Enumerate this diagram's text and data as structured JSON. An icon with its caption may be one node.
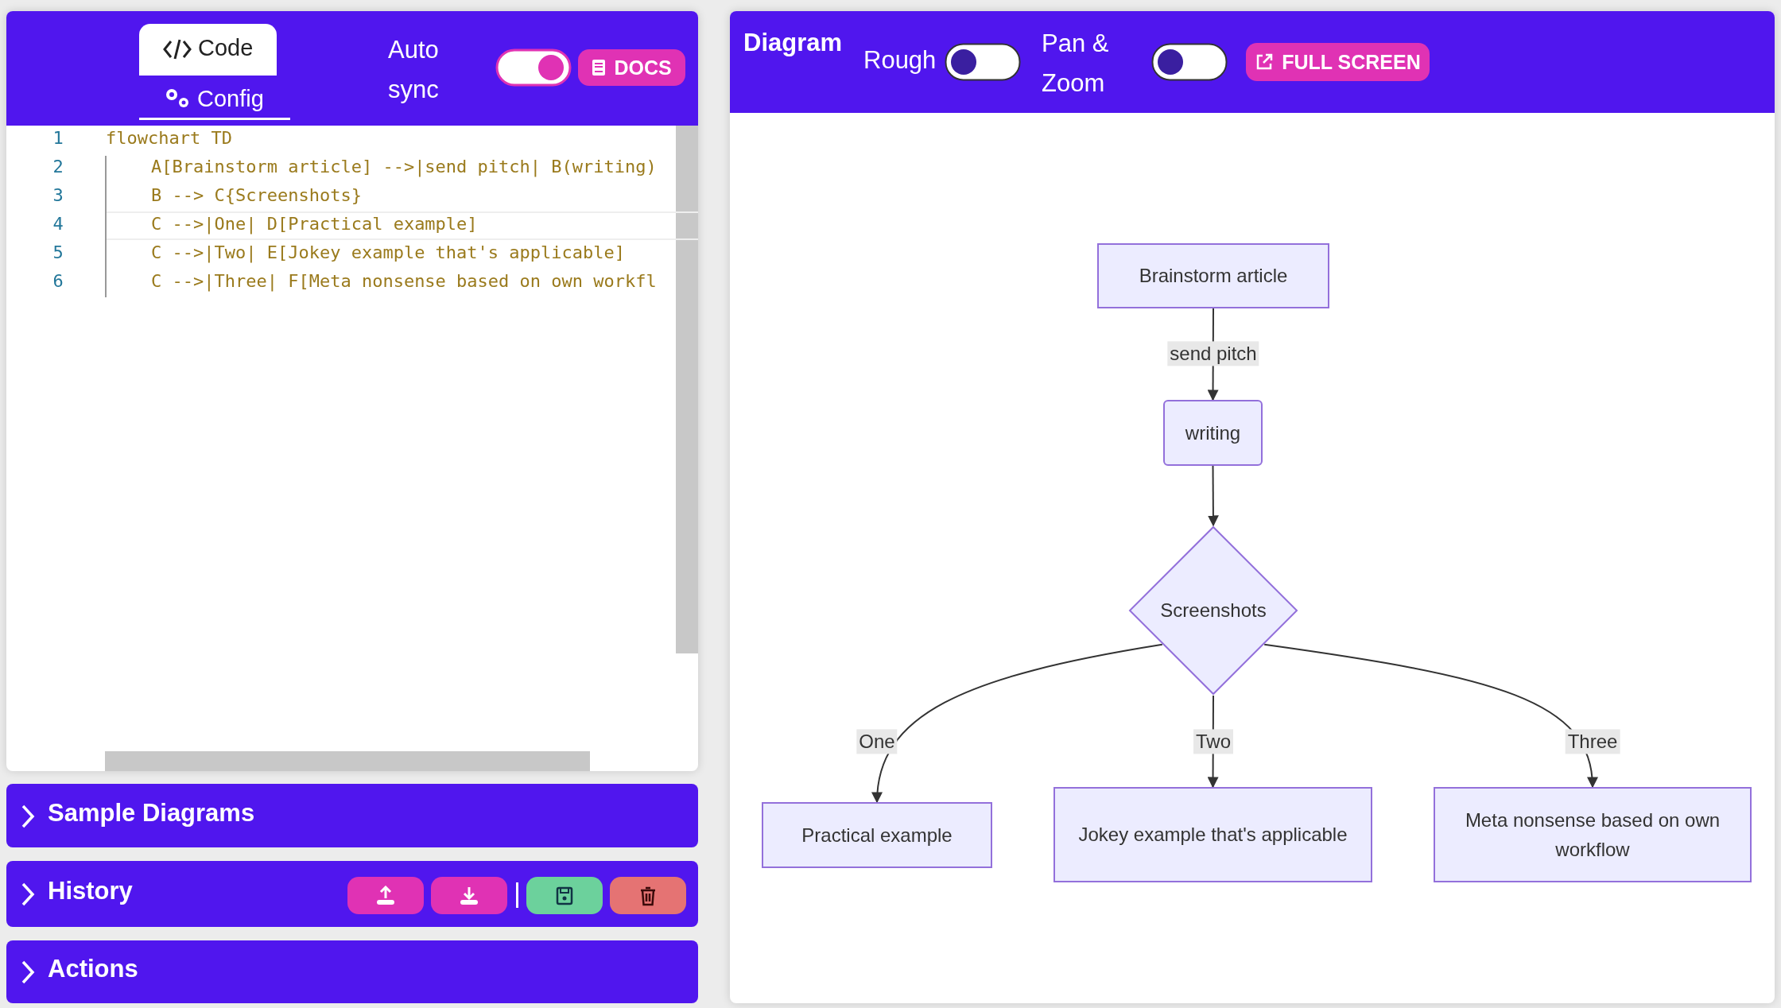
{
  "diagram": {
    "nodes": [
      {
        "text": [
          "Brainstorm article"
        ]
      },
      {
        "text": [
          "writing"
        ]
      },
      {
        "text": [
          "Screenshots"
        ]
      },
      {
        "text": [
          "Practical example"
        ]
      },
      {
        "text": [
          "Jokey example that's applicable"
        ]
      },
      {
        "text": [
          "Meta nonsense based on own workflow"
        ]
      }
    ],
    "edges": [
      {
        "from": 0,
        "to": 1,
        "arrow": "to",
        "label": "send pitch"
      },
      {
        "from": 1,
        "to": 2,
        "arrow": "to"
      },
      {
        "from": 2,
        "to": 3,
        "arrow": "to",
        "label": "One"
      },
      {
        "from": 2,
        "to": 4,
        "arrow": "to",
        "label": "Two"
      },
      {
        "from": 2,
        "to": 5,
        "arrow": "to",
        "label": "Three"
      }
    ],
    "labels": [
      "Code",
      "Config",
      "Auto sync",
      "DOCS",
      "1",
      "flowchart TD",
      "2",
      "A[Brainstorm article] -->|send pitch| B(writing)",
      "3",
      "B --> C{Screenshots}",
      "4",
      "C -->|One| D[Practical example]",
      "5",
      "C -->|Two| E[Jokey example that's applicable]",
      "6",
      "C -->|Three| F[Meta nonsense based on own workfl",
      "Diagram",
      "Rough",
      "Pan & Zoom",
      "FULL SCREEN",
      "Sample Diagrams",
      "History",
      "Actions"
    ]
  }
}
